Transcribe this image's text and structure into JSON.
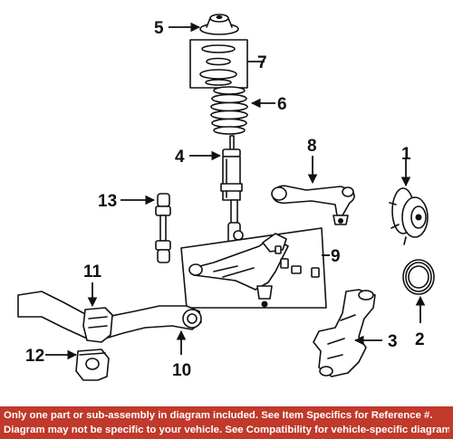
{
  "callouts": {
    "c1": "1",
    "c2": "2",
    "c3": "3",
    "c4": "4",
    "c5": "5",
    "c6": "6",
    "c7": "7",
    "c8": "8",
    "c9": "9",
    "c10": "10",
    "c11": "11",
    "c12": "12",
    "c13": "13"
  },
  "footer": {
    "line1": "Only one part or sub-assembly in diagram included. See Item Specifics for Reference #.",
    "line2": "Diagram may not be specific to your vehicle. See Compatibility for vehicle-specific diagrams."
  },
  "colors": {
    "footer_bg": "#c0392b",
    "footer_text": "#ffffff",
    "line": "#111111"
  }
}
